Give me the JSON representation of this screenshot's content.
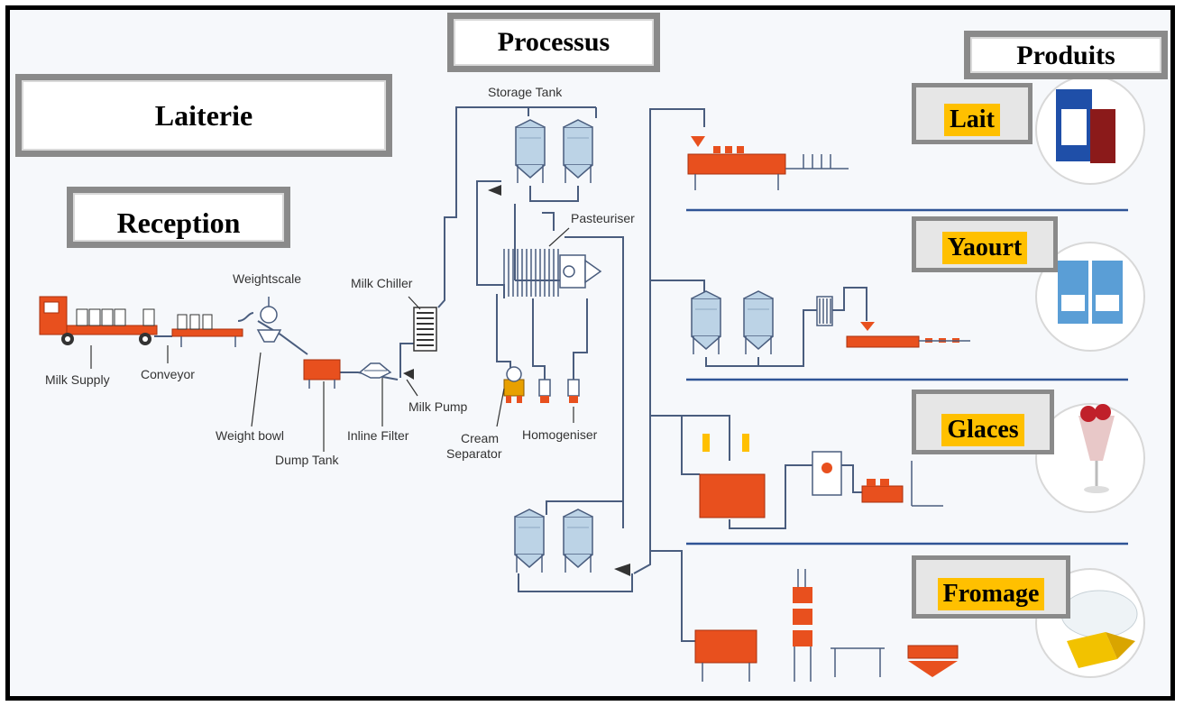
{
  "headers": {
    "processus": "Processus",
    "produits": "Produits",
    "laiterie": "Laiterie",
    "reception": "Reception"
  },
  "products": {
    "lait": "Lait",
    "yaourt": "Yaourt",
    "glaces": "Glaces",
    "fromage": "Fromage"
  },
  "labels": {
    "storage_tank": "Storage Tank",
    "pasteuriser": "Pasteuriser",
    "weightscale": "Weightscale",
    "milk_chiller": "Milk Chiller",
    "milk_supply": "Milk Supply",
    "conveyor": "Conveyor",
    "milk_pump": "Milk Pump",
    "weight_bowl": "Weight bowl",
    "inline_filter": "Inline Filter",
    "dump_tank": "Dump Tank",
    "cream_separator_1": "Cream",
    "cream_separator_2": "Separator",
    "homogeniser": "Homogeniser"
  },
  "colors": {
    "equipment": "#e8501e",
    "pipe": "#4a5d7e",
    "tank": "#bcd3e6",
    "highlight": "#ffc000",
    "box_border": "#8a8a8a",
    "divider": "#2f5496"
  }
}
